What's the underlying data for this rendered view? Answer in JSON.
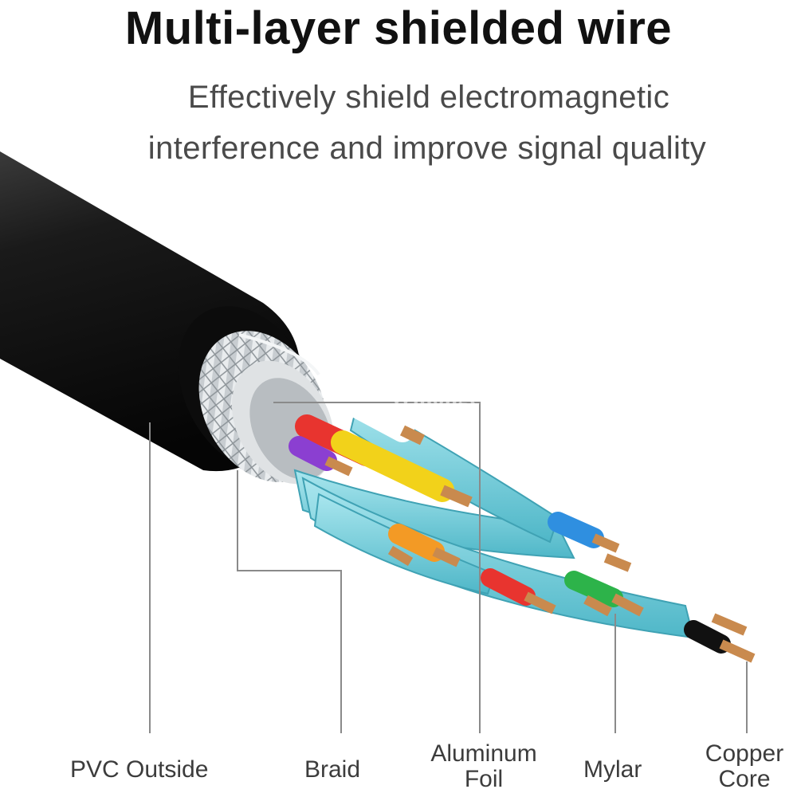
{
  "header": {
    "title": "Multi-layer shielded wire",
    "subtitle_line1": "Effectively shield electromagnetic",
    "subtitle_line2": "interference and improve signal quality"
  },
  "watermark": "Winongelove",
  "labels": {
    "pvc": "PVC Outside",
    "braid": "Braid",
    "foil_line1": "Aluminum",
    "foil_line2": "Foil",
    "mylar": "Mylar",
    "copper_line1": "Copper",
    "copper_line2": "Core"
  },
  "colors": {
    "jacket": "#141414",
    "braid": "#c9ced2",
    "foil": "#e2e4e6",
    "mylar": "#7fd0dd",
    "copper": "#c98a4e",
    "wires": [
      "#ffffff",
      "#e8342f",
      "#f2d21a",
      "#8b3fd1",
      "#f39a25",
      "#2f8fe0",
      "#2db34a",
      "#111111"
    ]
  }
}
